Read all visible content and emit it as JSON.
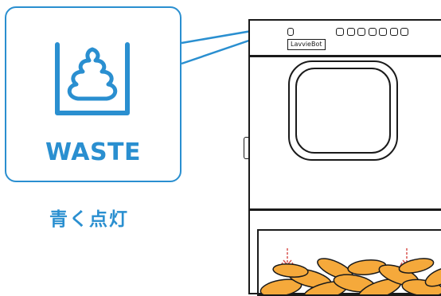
{
  "callout": {
    "label": "WASTE",
    "icon": "waste-icon",
    "color": "#2a8fd0"
  },
  "status": {
    "text": "青く点灯",
    "color": "#2a8fd0"
  },
  "device": {
    "brand": "LavvieBot",
    "indicator_count": 7,
    "litter_color": "#f5a93b"
  }
}
